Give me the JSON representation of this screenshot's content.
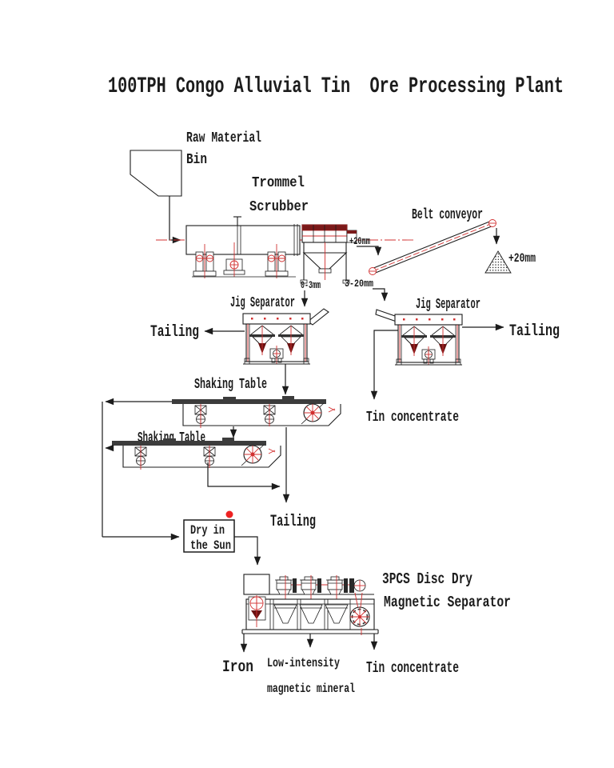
{
  "title": "100TPH Congo Alluvial Tin  Ore Processing Plant",
  "labels": {
    "raw_material_line1": "Raw Material",
    "raw_material_line2": "Bin",
    "trommel_line1": "Trommel",
    "trommel_line2": "Scrubber",
    "belt_conveyor": "Belt conveyor",
    "oversize_screen": "+20mm",
    "oversize_pile": "+20mm",
    "undersize": "0-3mm",
    "midsize": "3-20mm",
    "jig_left": "Jig Separator",
    "jig_right": "Jig Separator",
    "tailing_jig_left": "Tailing",
    "tailing_jig_right": "Tailing",
    "shaking_table_1": "Shaking Table",
    "shaking_table_2": "Shaking Table",
    "tin_concentrate_jig": "Tin concentrate",
    "tailing_tables": "Tailing",
    "dry_line1": "Dry in",
    "dry_line2": "the Sun",
    "magsep_line1": "3PCS Disc Dry",
    "magsep_line2": "Magnetic Separator",
    "iron": "Iron",
    "low_intensity_line1": "Low-intensity",
    "low_intensity_line2": "magnetic mineral",
    "tin_concentrate_final": "Tin concentrate"
  },
  "colors": {
    "ink": "#1c1c1c",
    "accent_red": "#d23030",
    "dark_red_fill": "#6b1212",
    "indicator_dot": "#ee2222",
    "background": "#ffffff"
  }
}
